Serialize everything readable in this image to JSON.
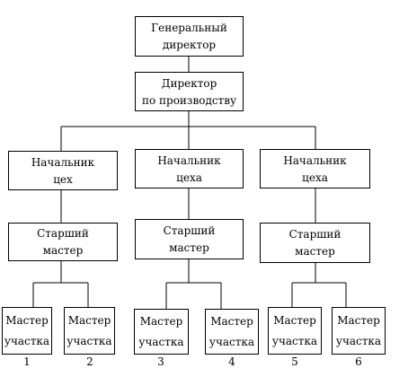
{
  "org_chart": {
    "ceo": {
      "line1": "Генеральный",
      "line2": "директор"
    },
    "production_director": {
      "line1": "Директор",
      "line2": "по производству"
    },
    "shop_heads": [
      {
        "line1": "Начальник",
        "line2": "цех"
      },
      {
        "line1": "Начальник",
        "line2": "цеха"
      },
      {
        "line1": "Начальник",
        "line2": "цеха"
      }
    ],
    "senior_masters": [
      {
        "line1": "Старший",
        "line2": "мастер"
      },
      {
        "line1": "Старший",
        "line2": "мастер"
      },
      {
        "line1": "Старший",
        "line2": "мастер"
      }
    ],
    "section_masters": [
      {
        "line1": "Мастер",
        "line2": "участка",
        "number": "1"
      },
      {
        "line1": "Мастер",
        "line2": "участка",
        "number": "2"
      },
      {
        "line1": "Мастер",
        "line2": "участка",
        "number": "3"
      },
      {
        "line1": "Мастер",
        "line2": "участка",
        "number": "4"
      },
      {
        "line1": "Мастер",
        "line2": "участка",
        "number": "5"
      },
      {
        "line1": "Мастер",
        "line2": "участка",
        "number": "6"
      }
    ]
  }
}
